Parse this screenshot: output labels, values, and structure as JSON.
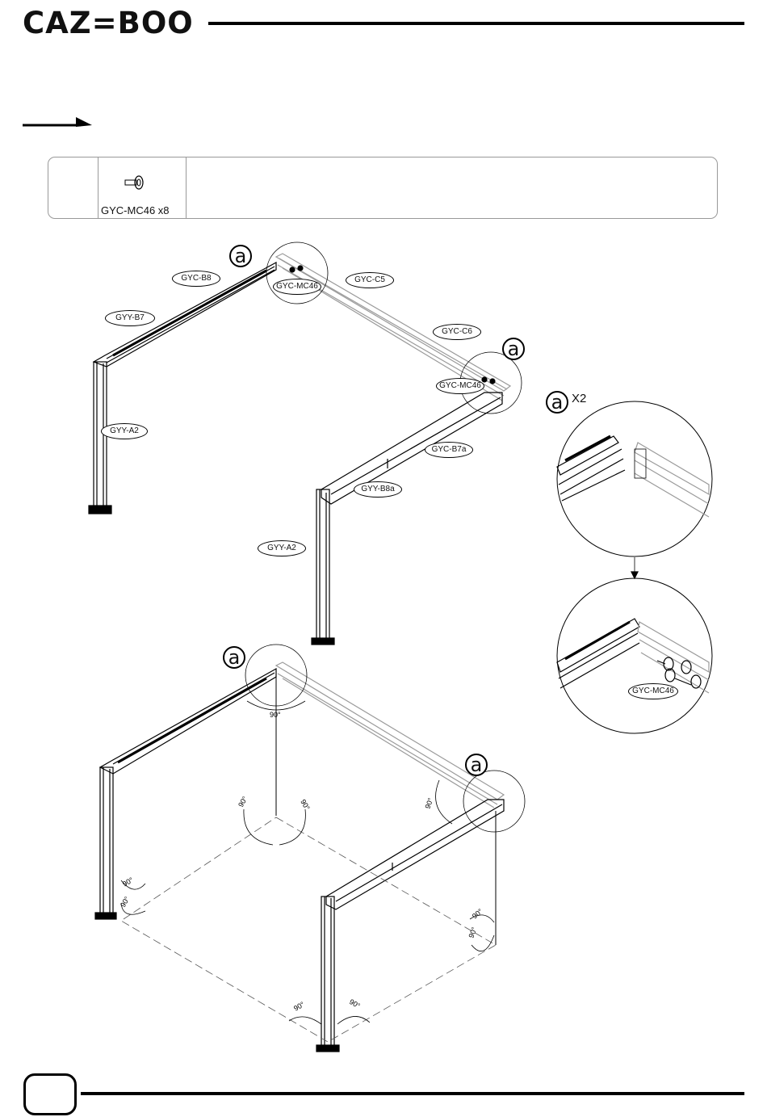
{
  "header": {
    "brand": "CAZ=BOO"
  },
  "parts": [
    {
      "code": "GYC-MC46",
      "quantity": "x8",
      "label": "GYC-MC46 x8",
      "icon": "bolt-icon"
    }
  ],
  "diagram": {
    "callout_letter": "a",
    "detail_multiplier": "X2",
    "part_labels": {
      "b8": "GYC-B8",
      "b7": "GYY-B7",
      "a2_left": "GYY-A2",
      "mc46_top": "GYC-MC46",
      "c5": "GYC-C5",
      "c6": "GYC-C6",
      "mc46_right": "GYC-MC46",
      "b7a": "GYC-B7a",
      "b8a": "GYY-B8a",
      "a2_front": "GYY-A2",
      "mc46_detail": "GYC-MC46"
    },
    "angle_label": "90°"
  },
  "footer": {
    "page_number": ""
  },
  "colors": {
    "ink": "#000000",
    "rail_gray": "#9a9a9a",
    "box_border": "#999999"
  }
}
